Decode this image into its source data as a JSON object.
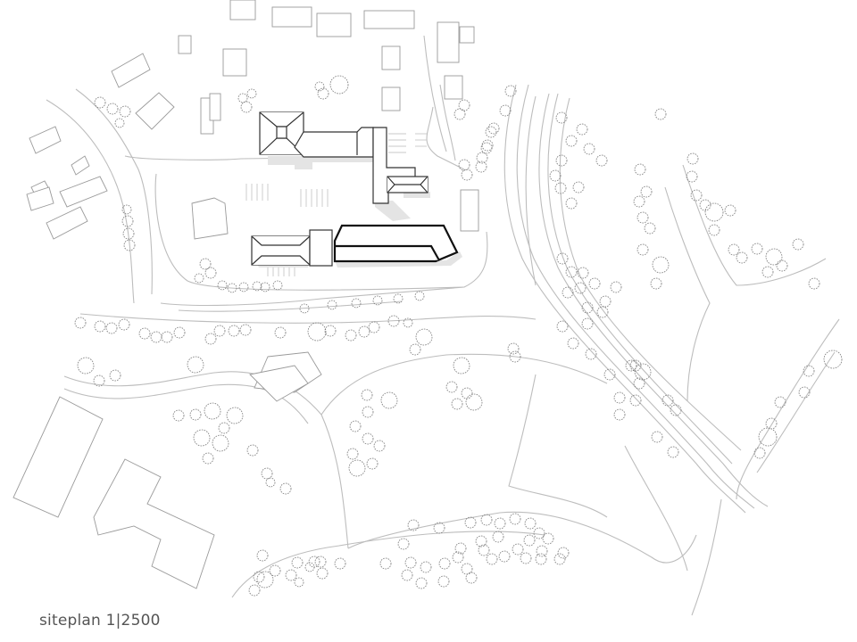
{
  "drawing": {
    "type": "architectural site plan",
    "caption": "siteplan 1|2500",
    "scale": "1|2500",
    "colors": {
      "background": "#ffffff",
      "roads": "#bdbdbd",
      "context_buildings": "#9a9a9a",
      "existing_school": "#333333",
      "new_building": "#111111",
      "shadows": "#e4e4e4",
      "trees": "#777777",
      "caption_text": "#555555"
    }
  }
}
